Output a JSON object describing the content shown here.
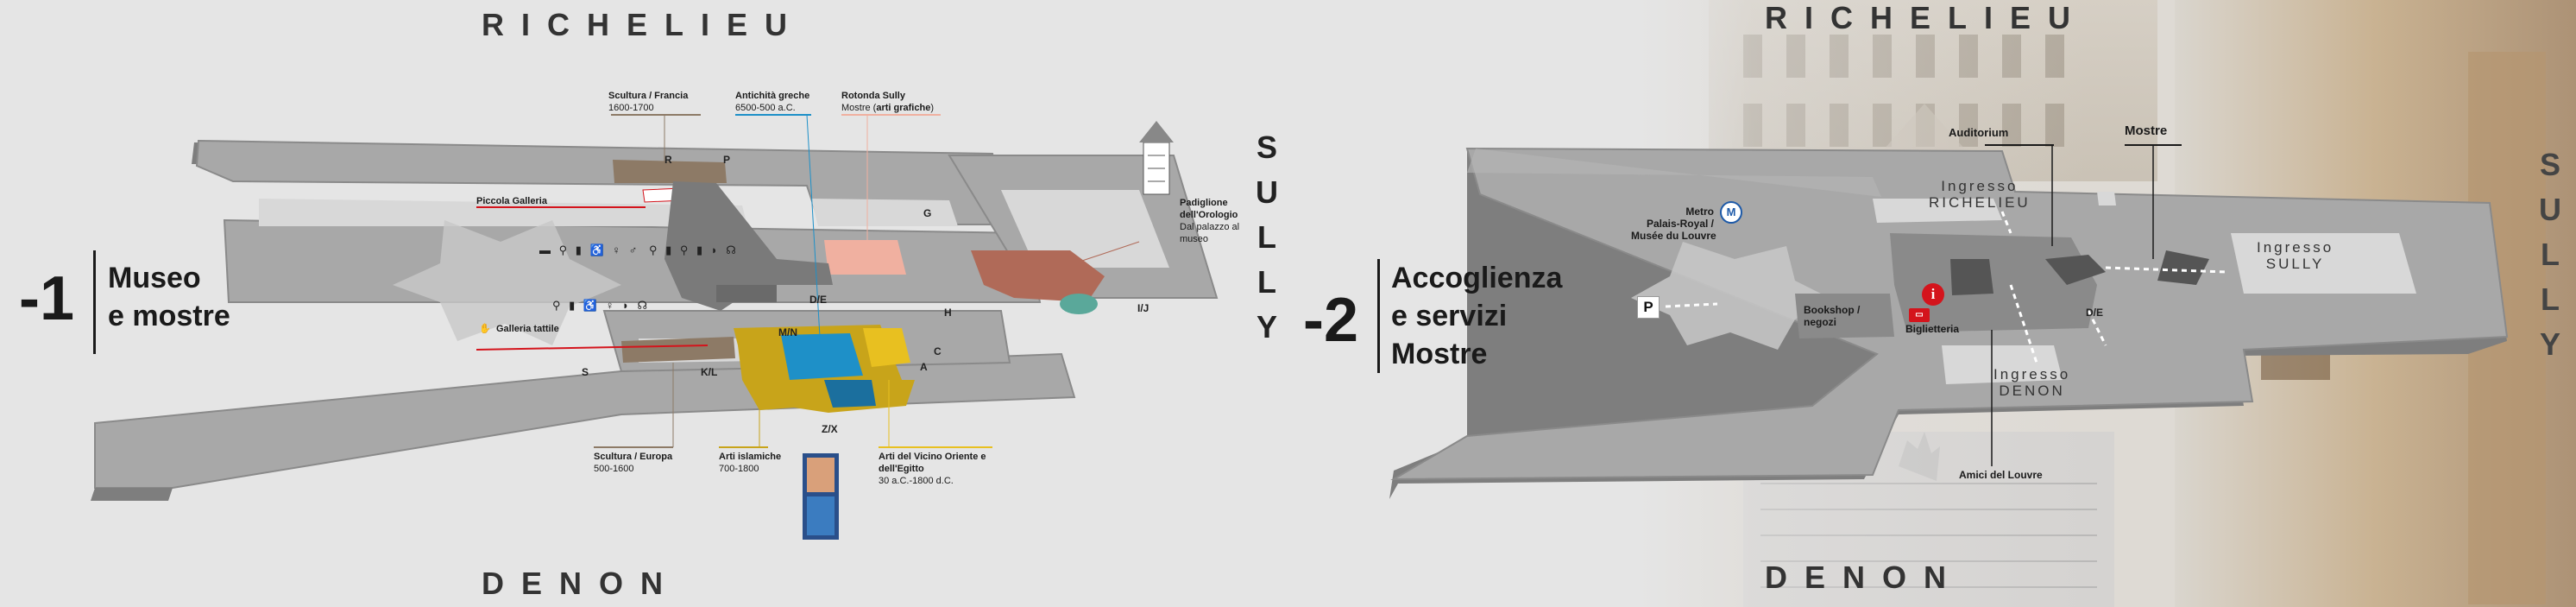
{
  "wings": {
    "left_top": "RICHELIEU",
    "left_bottom": "DENON",
    "left_right": [
      "S",
      "U",
      "L",
      "L",
      "Y"
    ],
    "right_top": "RICHELIEU",
    "right_bottom": "DENON",
    "right_right": [
      "S",
      "U",
      "L",
      "L",
      "Y"
    ]
  },
  "level_minus1": {
    "number": "-1",
    "title": [
      "Museo",
      "e mostre"
    ],
    "labels": {
      "scultura_francia": {
        "title": "Scultura / Francia",
        "sub": "1600-1700"
      },
      "antichita_greche": {
        "title": "Antichità greche",
        "sub": "6500-500 a.C."
      },
      "rotonda_sully": {
        "title": "Rotonda Sully",
        "sub_plain": "Mostre (",
        "sub_bold": "arti grafiche",
        "sub_end": ")"
      },
      "padiglione": {
        "title": "Padiglione dell'Orologio",
        "sub": "Dal palazzo al museo"
      },
      "piccola_galleria": "Piccola Galleria",
      "galleria_tattile": "Galleria tattile",
      "scultura_europa": {
        "title": "Scultura / Europa",
        "sub": "500-1600"
      },
      "arti_islamiche": {
        "title": "Arti islamiche",
        "sub": "700-1800"
      },
      "vicino_oriente": {
        "title": "Arti del Vicino Oriente e dell'Egitto",
        "sub": "30 a.C.-1800 d.C."
      }
    },
    "letters": {
      "r": "R",
      "p": "P",
      "g": "G",
      "de": "D/E",
      "mn": "M/N",
      "h": "H",
      "ij": "I/J",
      "s": "S",
      "kl": "K/L",
      "c": "C",
      "a": "A",
      "zx": "Z/X"
    },
    "icons": {
      "row1": "▬ ⚲ ▮ ♿ ♀ ♂",
      "row1b": "⚲ ▮ ⚲ ▮ ◗ ☊",
      "row2": "⚲ ▮ ♿ ♀ ◗ ☊",
      "tattile_icon": "✋"
    }
  },
  "level_minus2": {
    "number": "-2",
    "title": [
      "Accoglienza",
      "e servizi",
      "Mostre"
    ],
    "labels": {
      "metro": [
        "Metro",
        "Palais-Royal /",
        "Musée du Louvre"
      ],
      "metro_badge": "M",
      "auditorium": "Auditorium",
      "mostre": "Mostre",
      "ingresso_richelieu": [
        "Ingresso",
        "RICHELIEU"
      ],
      "ingresso_sully": [
        "Ingresso",
        "SULLY"
      ],
      "ingresso_denon": [
        "Ingresso",
        "DENON"
      ],
      "bookshop": [
        "Bookshop /",
        "negozi"
      ],
      "biglietteria": "Biglietteria",
      "amici": "Amici del Louvre",
      "p": "P",
      "info": "i",
      "de": "D/E"
    }
  },
  "colors": {
    "floor": "#9a9a9a",
    "floor_top": "#b5b5b5",
    "sculpture": "#8d7a66",
    "greek": "#1e90c8",
    "islamic": "#c8a41a",
    "near_east": "#e8c020",
    "rotonda": "#f0b0a0",
    "orologio": "#b06a58",
    "red_line": "#d4141c"
  }
}
